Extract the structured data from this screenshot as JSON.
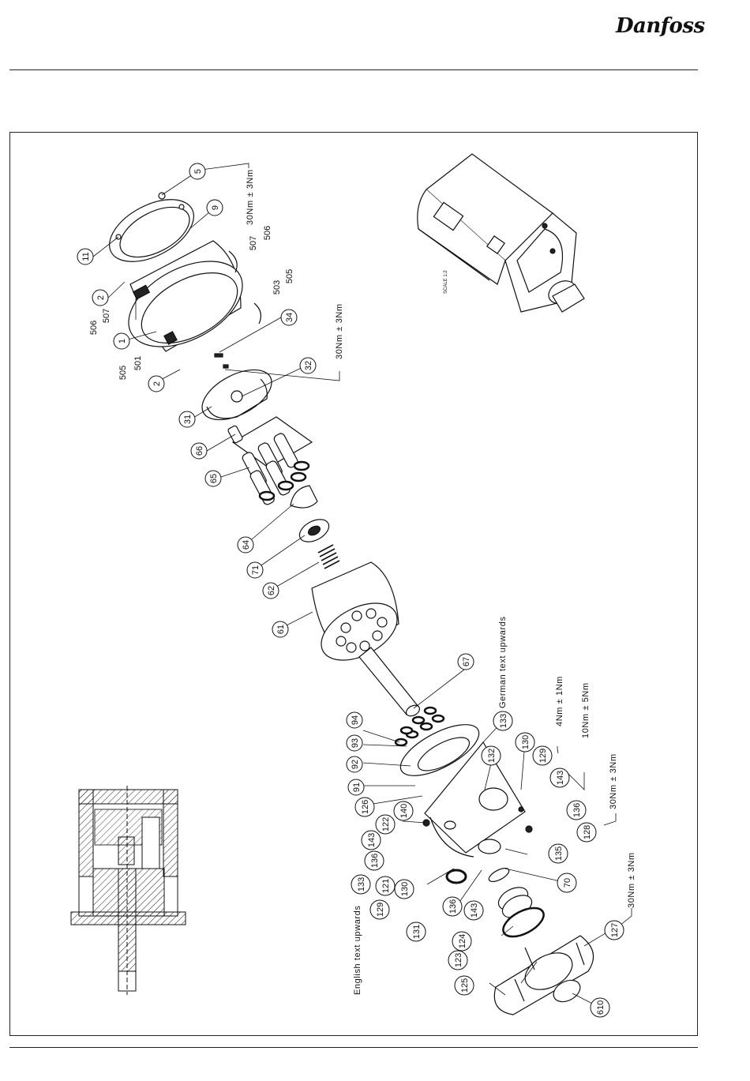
{
  "header": {
    "brand": "Danfoss"
  },
  "drawing": {
    "scale_label": "SCALE 1:2",
    "callouts": {
      "c5": "5",
      "c9": "9",
      "c11": "11",
      "c2a": "2",
      "c506a": "506",
      "c507a": "507",
      "c1": "1",
      "c505a": "505",
      "c501": "501",
      "c2b": "2",
      "c507b": "507",
      "c506b": "506",
      "c503": "503",
      "c505b": "505",
      "c34": "34",
      "c32": "32",
      "c31": "31",
      "c66": "66",
      "c65": "65",
      "c64": "64",
      "c71": "71",
      "c62": "62",
      "c61": "61",
      "c67": "67",
      "c94": "94",
      "c93": "93",
      "c92": "92",
      "c91": "91",
      "c126": "126",
      "c140": "140",
      "c122": "122",
      "c143a": "143",
      "c136a": "136",
      "c133a": "133",
      "c121": "121",
      "c130a": "130",
      "c129a": "129",
      "c131": "131",
      "c136b": "136",
      "c143b": "143",
      "c124": "124",
      "c123": "123",
      "c125": "125",
      "c133b": "133",
      "c132": "132",
      "c130b": "130",
      "c129b": "129",
      "c143c": "143",
      "c136c": "136",
      "c128": "128",
      "c135": "135",
      "c70": "70",
      "c127": "127",
      "c610": "610"
    },
    "torque_notes": {
      "t1": "30Nm ± 3Nm",
      "t2": "30Nm ± 3Nm",
      "t3": "4Nm ± 1Nm",
      "t4": "10Nm ± 5Nm",
      "t5": "30Nm ± 3Nm",
      "t6": "30Nm ± 3Nm"
    },
    "text_notes": {
      "german": "German text upwards",
      "english": "English text upwards"
    }
  }
}
